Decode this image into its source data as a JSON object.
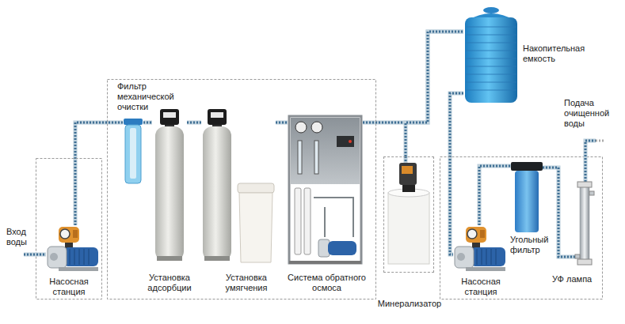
{
  "diagram": {
    "nodes": [
      {
        "text": [
          "Насосная станция"
        ]
      },
      {
        "text": [
          "Фильтр механической очистки"
        ]
      },
      {
        "text": [
          "Установка адсорбции"
        ]
      },
      {
        "text": [
          "Установка умягчения"
        ]
      },
      {
        "text": [
          "Система обратного осмоса"
        ]
      },
      {
        "text": [
          "Минерализатор"
        ]
      },
      {
        "text": [
          "Накопительная емкость"
        ]
      },
      {
        "text": [
          "Насосная станция"
        ]
      },
      {
        "text": [
          "Угольный фильтр"
        ]
      },
      {
        "text": [
          "УФ лампа"
        ]
      }
    ],
    "edges": [
      {
        "from": 0,
        "to": 1,
        "arrow": "none"
      },
      {
        "from": 1,
        "to": 2,
        "arrow": "none"
      },
      {
        "from": 2,
        "to": 3,
        "arrow": "none"
      },
      {
        "from": 3,
        "to": 4,
        "arrow": "none"
      },
      {
        "from": 4,
        "to": 6,
        "arrow": "none"
      },
      {
        "from": 5,
        "to": 6,
        "arrow": "none"
      },
      {
        "from": 6,
        "to": 7,
        "arrow": "none"
      },
      {
        "from": 7,
        "to": 8,
        "arrow": "none"
      },
      {
        "from": 8,
        "to": 9,
        "arrow": "none"
      }
    ],
    "labels": [
      "Вход воды",
      "Подача очищенной воды"
    ]
  }
}
